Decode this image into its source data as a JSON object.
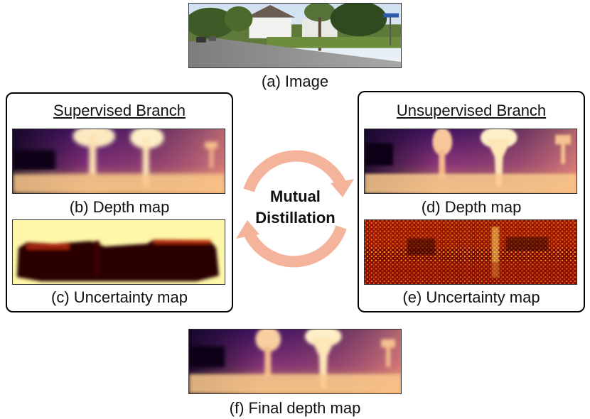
{
  "image_caption": "(a) Image",
  "supervised": {
    "heading": "Supervised Branch",
    "depth_caption": "(b) Depth map",
    "uncertainty_caption": "(c) Uncertainty map"
  },
  "unsupervised": {
    "heading": "Unsupervised Branch",
    "depth_caption": "(d) Depth map",
    "uncertainty_caption": "(e) Uncertainty map"
  },
  "center": {
    "line1": "Mutual",
    "line2": "Distillation",
    "arrow_color": "#f4b49b"
  },
  "final_caption": "(f) Final depth map",
  "colors": {
    "depth_far": "#1a0a2e",
    "depth_mid": "#8a2f8f",
    "depth_near": "#f4a56a",
    "depth_bright": "#fcf3c4",
    "uncert_low": "#fff7a8",
    "uncert_high": "#1a0000"
  }
}
